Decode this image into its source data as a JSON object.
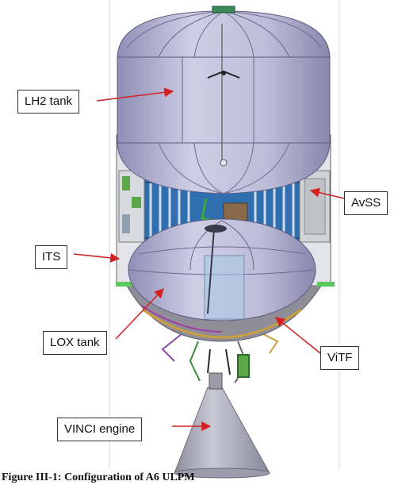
{
  "labels": {
    "lh2_tank": "LH2 tank",
    "avss": "AvSS",
    "its": "ITS",
    "lox_tank": "LOX tank",
    "vitf": "ViTF",
    "vinci_engine": "VINCI engine"
  },
  "caption": "Figure III-1: Configuration of A6 ULPM",
  "colors": {
    "arrow": "#d42020",
    "tank_shell": "#b9b8d6",
    "frame_blue": "#2f6fb0",
    "nozzle": "#a9a9b6"
  }
}
